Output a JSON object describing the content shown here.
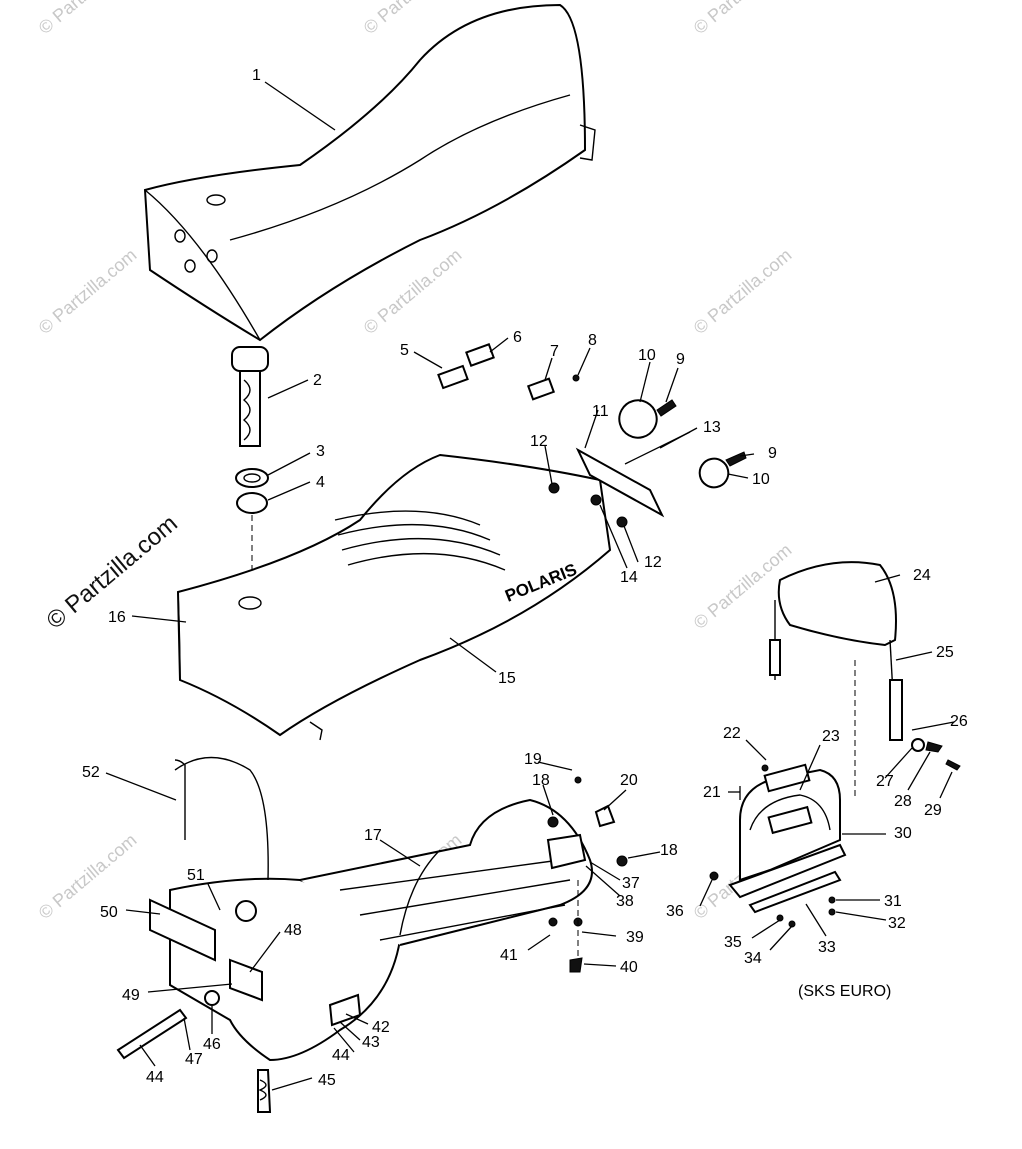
{
  "watermark_text": "© Partzilla.com",
  "brand_text": "POLARIS",
  "variant_note": "(SKS EURO)",
  "callouts": [
    "1",
    "2",
    "3",
    "4",
    "5",
    "6",
    "7",
    "8",
    "9",
    "10",
    "11",
    "12",
    "13",
    "14",
    "15",
    "16",
    "17",
    "18",
    "19",
    "20",
    "21",
    "22",
    "23",
    "24",
    "25",
    "26",
    "27",
    "28",
    "29",
    "30",
    "31",
    "32",
    "33",
    "34",
    "35",
    "36",
    "37",
    "38",
    "39",
    "40",
    "41",
    "42",
    "43",
    "44",
    "45",
    "46",
    "47",
    "48",
    "49",
    "50",
    "51",
    "52"
  ],
  "extra_callouts": {
    "n9b": "9",
    "n10b": "10",
    "n12b": "12",
    "n18b": "18",
    "n44b": "44"
  }
}
